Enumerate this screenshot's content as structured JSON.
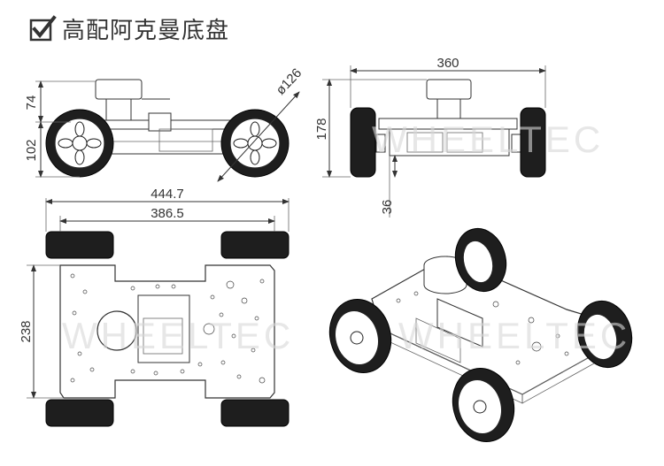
{
  "header": {
    "title": "高配阿克曼底盘",
    "icon": "checkbox-checked-icon"
  },
  "views": {
    "side": {
      "height_top": "74",
      "height_bottom": "102",
      "wheel_diameter": "ø126"
    },
    "front": {
      "width": "360",
      "height": "178",
      "clearance": "36"
    },
    "top": {
      "overall_length": "444.7",
      "wheelbase": "386.5",
      "width": "238"
    }
  },
  "watermark": "WHEELTEC",
  "colors": {
    "line": "#333333",
    "tyre": "#1e1e1e",
    "background": "#ffffff"
  }
}
